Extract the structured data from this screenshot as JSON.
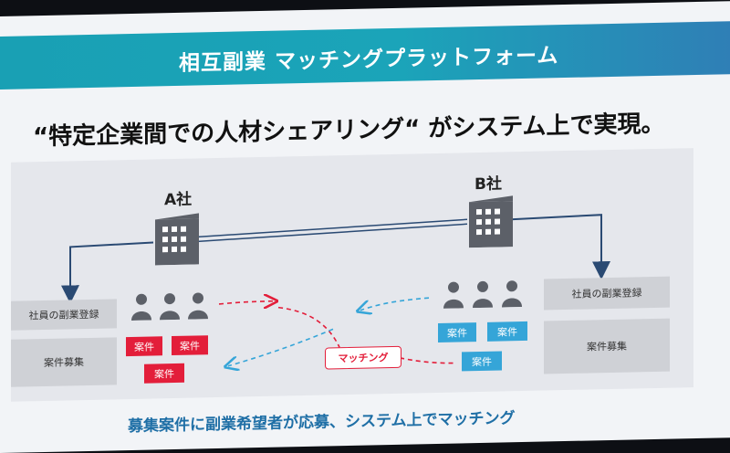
{
  "banner": {
    "title": "相互副業 マッチングプラットフォーム"
  },
  "headline": "“特定企業間での人材シェアリング“ がシステム上で実現。",
  "company_a": {
    "name": "A社",
    "registration_label": "社員の副業登録",
    "recruitment_label": "案件募集",
    "case_tags": [
      "案件",
      "案件",
      "案件"
    ]
  },
  "company_b": {
    "name": "B社",
    "registration_label": "社員の副業登録",
    "recruitment_label": "案件募集",
    "case_tags": [
      "案件",
      "案件",
      "案件"
    ]
  },
  "matching_label": "マッチング",
  "caption": "募集案件に副業希望者が応募、システム上でマッチング",
  "colors": {
    "banner_teal": "#1ba4b9",
    "case_red": "#e31e3a",
    "case_blue": "#35a5d8",
    "arrow_navy": "#2a4a73",
    "caption_blue": "#1f6fa6"
  },
  "icons": [
    "building-icon",
    "person-icon"
  ]
}
